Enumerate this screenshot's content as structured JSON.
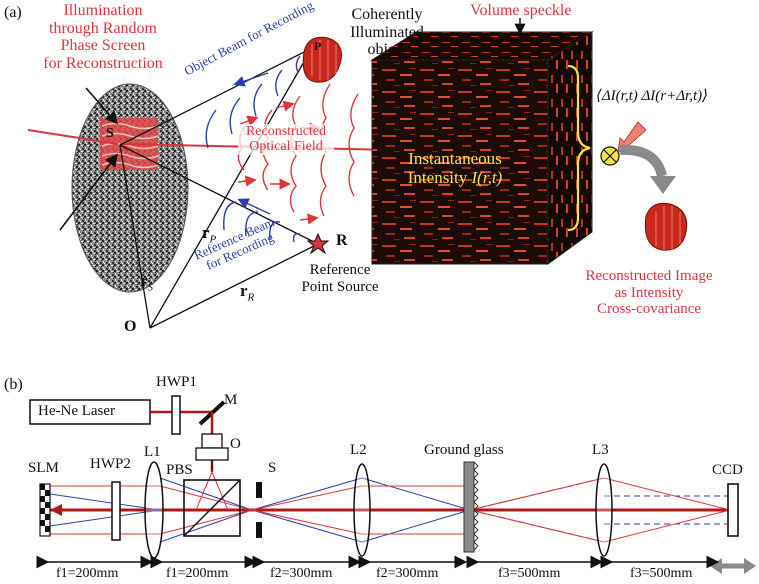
{
  "panel_a": {
    "panel_label": "(a)",
    "illumination_title": [
      "Illumination",
      "through Random",
      "Phase Screen",
      "for Reconstruction"
    ],
    "coherent_object": [
      "Coherently",
      "Illuminated",
      "object"
    ],
    "volume_speckle": "Volume speckle",
    "object_beam": "Object Beam for Recording",
    "reconstructed_field": [
      "Reconstructed",
      "Optical Field"
    ],
    "reference_beam": [
      "Reference Beam",
      "for Recording"
    ],
    "reference_point_source": [
      "Reference",
      "Point Source"
    ],
    "instantaneous_intensity": [
      "Instantaneous",
      "Intensity"
    ],
    "intensity_symbol": "I(r,t)",
    "correlation_formula": "⟨ΔI(r,t) ΔI(r+Δr,t)⟩",
    "reconstructed_image": [
      "Reconstructed Image",
      "as Intensity",
      "Cross-covariance"
    ],
    "labels": {
      "S": "S",
      "P": "P",
      "R": "R",
      "O": "O",
      "rS": "r",
      "rS_sub": "S",
      "rP": "r",
      "rP_sub": "P",
      "rR": "r",
      "rR_sub": "R"
    },
    "colors": {
      "red": "#e0343c",
      "blue": "#2b3fb0",
      "yellow": "#f3e24a",
      "speckle_dark": "#1a0a06",
      "speckle_bright": "#d6452a"
    }
  },
  "panel_b": {
    "panel_label": "(b)",
    "laser": "He-Ne Laser",
    "hwp1": "HWP1",
    "mirror": "M",
    "objective": "O",
    "slm": "SLM",
    "hwp2": "HWP2",
    "l1": "L1",
    "pbs": "PBS",
    "shutter": "S",
    "l2": "L2",
    "ground_glass": "Ground glass",
    "l3": "L3",
    "ccd": "CCD",
    "distances": [
      "f1=200mm",
      "f1=200mm",
      "f2=300mm",
      "f2=300mm",
      "f3=500mm",
      "f3=500mm"
    ]
  }
}
